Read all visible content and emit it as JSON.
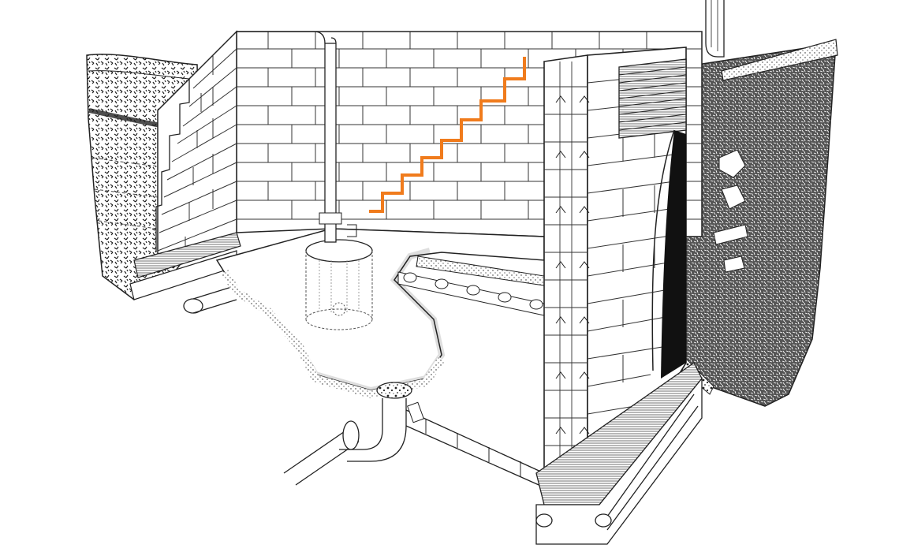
{
  "diagram": {
    "kind": "cutaway basement foundation illustration",
    "colors": {
      "ink": "#1a1a1a",
      "paper": "#ffffff",
      "crack": "#f07b1c",
      "soil": "#2b2b2b",
      "membrane": "#111111"
    },
    "components": [
      "concrete-block-walls",
      "stair-step-crack",
      "sump-pump-pit",
      "discharge-pipe",
      "floor-drain",
      "perimeter-drain-tile",
      "waterproof-membrane",
      "soil-and-gravel-backfill",
      "downspout",
      "window-well"
    ]
  }
}
